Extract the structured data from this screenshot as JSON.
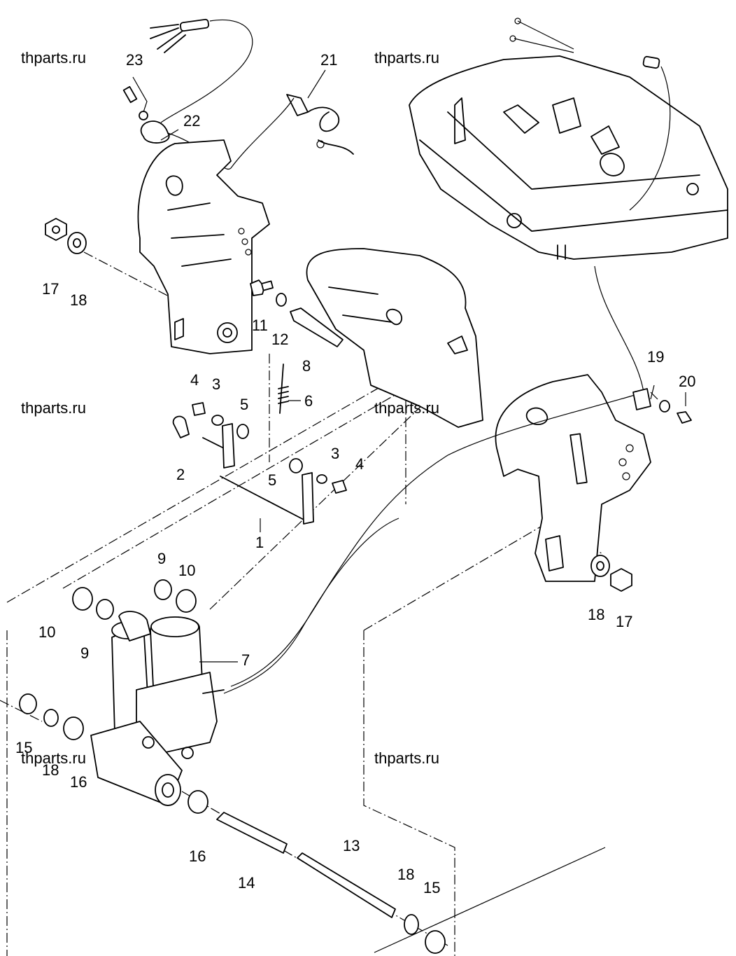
{
  "watermarks": [
    "thparts.ru",
    "thparts.ru",
    "thparts.ru",
    "thparts.ru",
    "thparts.ru",
    "thparts.ru"
  ],
  "callouts": [
    "1",
    "2",
    "3",
    "3",
    "4",
    "4",
    "5",
    "5",
    "6",
    "7",
    "8",
    "9",
    "9",
    "10",
    "10",
    "11",
    "12",
    "13",
    "14",
    "15",
    "15",
    "16",
    "16",
    "17",
    "17",
    "18",
    "18",
    "18",
    "18",
    "19",
    "20",
    "21",
    "22",
    "23"
  ]
}
